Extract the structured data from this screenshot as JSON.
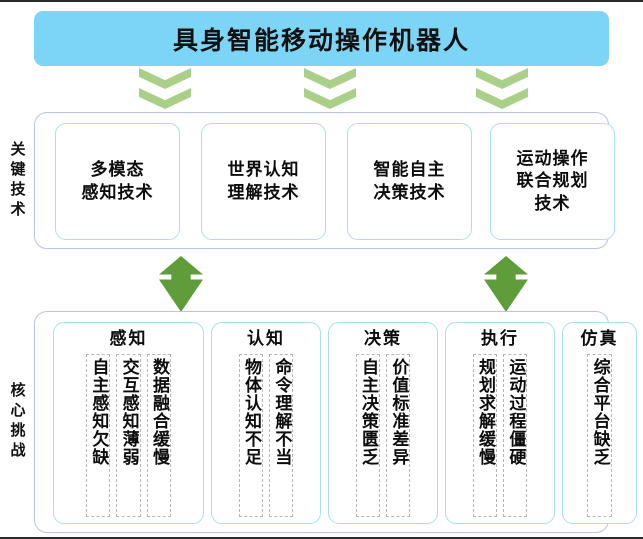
{
  "diagram": {
    "title": "具身智能移动操作机器人",
    "sections": {
      "key_tech": {
        "side_label": "关键技术",
        "cards": [
          {
            "text": "多模态\n感知技术"
          },
          {
            "text": "世界认知\n理解技术"
          },
          {
            "text": "智能自主\n决策技术"
          },
          {
            "text": "运动操作\n联合规划\n技术"
          }
        ]
      },
      "challenge": {
        "side_label": "核心挑战",
        "cards": [
          {
            "head": "感知",
            "items": [
              "自主感知欠缺",
              "交互感知薄弱",
              "数据融合缓慢"
            ]
          },
          {
            "head": "认知",
            "items": [
              "物体认知不足",
              "命令理解不当"
            ]
          },
          {
            "head": "决策",
            "items": [
              "自主决策匮乏",
              "价值标准差异"
            ]
          },
          {
            "head": "执行",
            "items": [
              "规划求解缓慢",
              "运动过程僵硬"
            ]
          },
          {
            "head": "仿真",
            "items": [
              "综合平台缺乏"
            ]
          }
        ]
      }
    },
    "connectors": {
      "down_chevrons": 3,
      "bidirectional_arrows": 2
    },
    "colors": {
      "banner": "#7dd5f5",
      "chevron": "#a9cf88",
      "arrow": "#5f9c3a",
      "card_border": "#a8dff2",
      "panel_border": "#b9c4e8",
      "dashed_border": "#b6b6b6"
    }
  }
}
